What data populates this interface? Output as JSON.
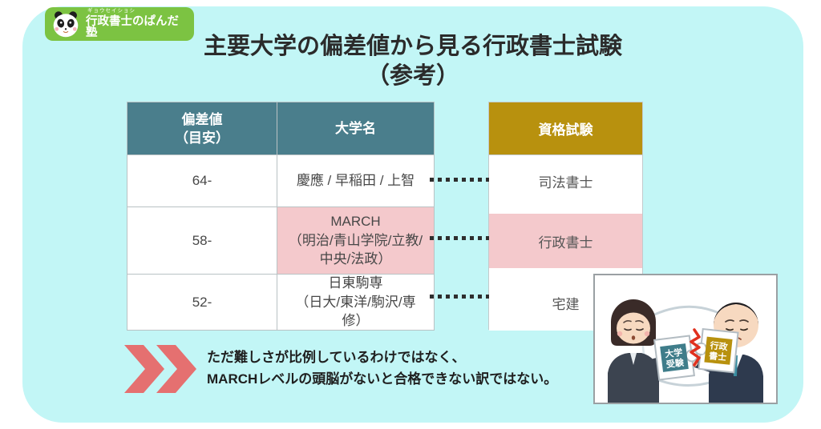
{
  "logo": {
    "furigana": "ギョウセイショシ",
    "name": "行政書士のぱんだ塾",
    "bg_color": "#7CC342",
    "icon": "panda-icon"
  },
  "title": {
    "line1": "主要大学の偏差値から見る行政書士試験",
    "line2": "（参考）"
  },
  "table": {
    "header": {
      "col1": "偏差値\n（目安）",
      "col2": "大学名"
    },
    "header_bg": "#4A7E8C",
    "highlight_color": "#F4C9CC",
    "rows": [
      {
        "score": "64-",
        "universities": "慶應 / 早稲田 / 上智"
      },
      {
        "score": "58-",
        "universities": "MARCH\n（明治/青山学院/立教/\n中央/法政）"
      },
      {
        "score": "52-",
        "universities": "日東駒専\n（日大/東洋/駒沢/専\n修）"
      }
    ]
  },
  "qualifications": {
    "header": "資格試験",
    "header_bg": "#B8910E",
    "items": [
      {
        "label": "司法書士"
      },
      {
        "label": "行政書士"
      },
      {
        "label": "宅建"
      }
    ]
  },
  "note": {
    "icon": "double-chevron-right-icon",
    "chevron_color": "#E57070",
    "line1": "ただ難しさが比例しているわけではなく、",
    "line2": "MARCHレベルの頭脳がないと合格できない訳ではない。"
  },
  "illustration": {
    "left_label_lines": [
      "大学",
      "受験"
    ],
    "right_label_lines": [
      "行政",
      "書士"
    ],
    "left_label_bg": "#3F7D8A",
    "right_label_bg": "#B8910E"
  },
  "colors": {
    "card_bg": "#C2F6F6",
    "page_bg": "#FFFFFF"
  }
}
